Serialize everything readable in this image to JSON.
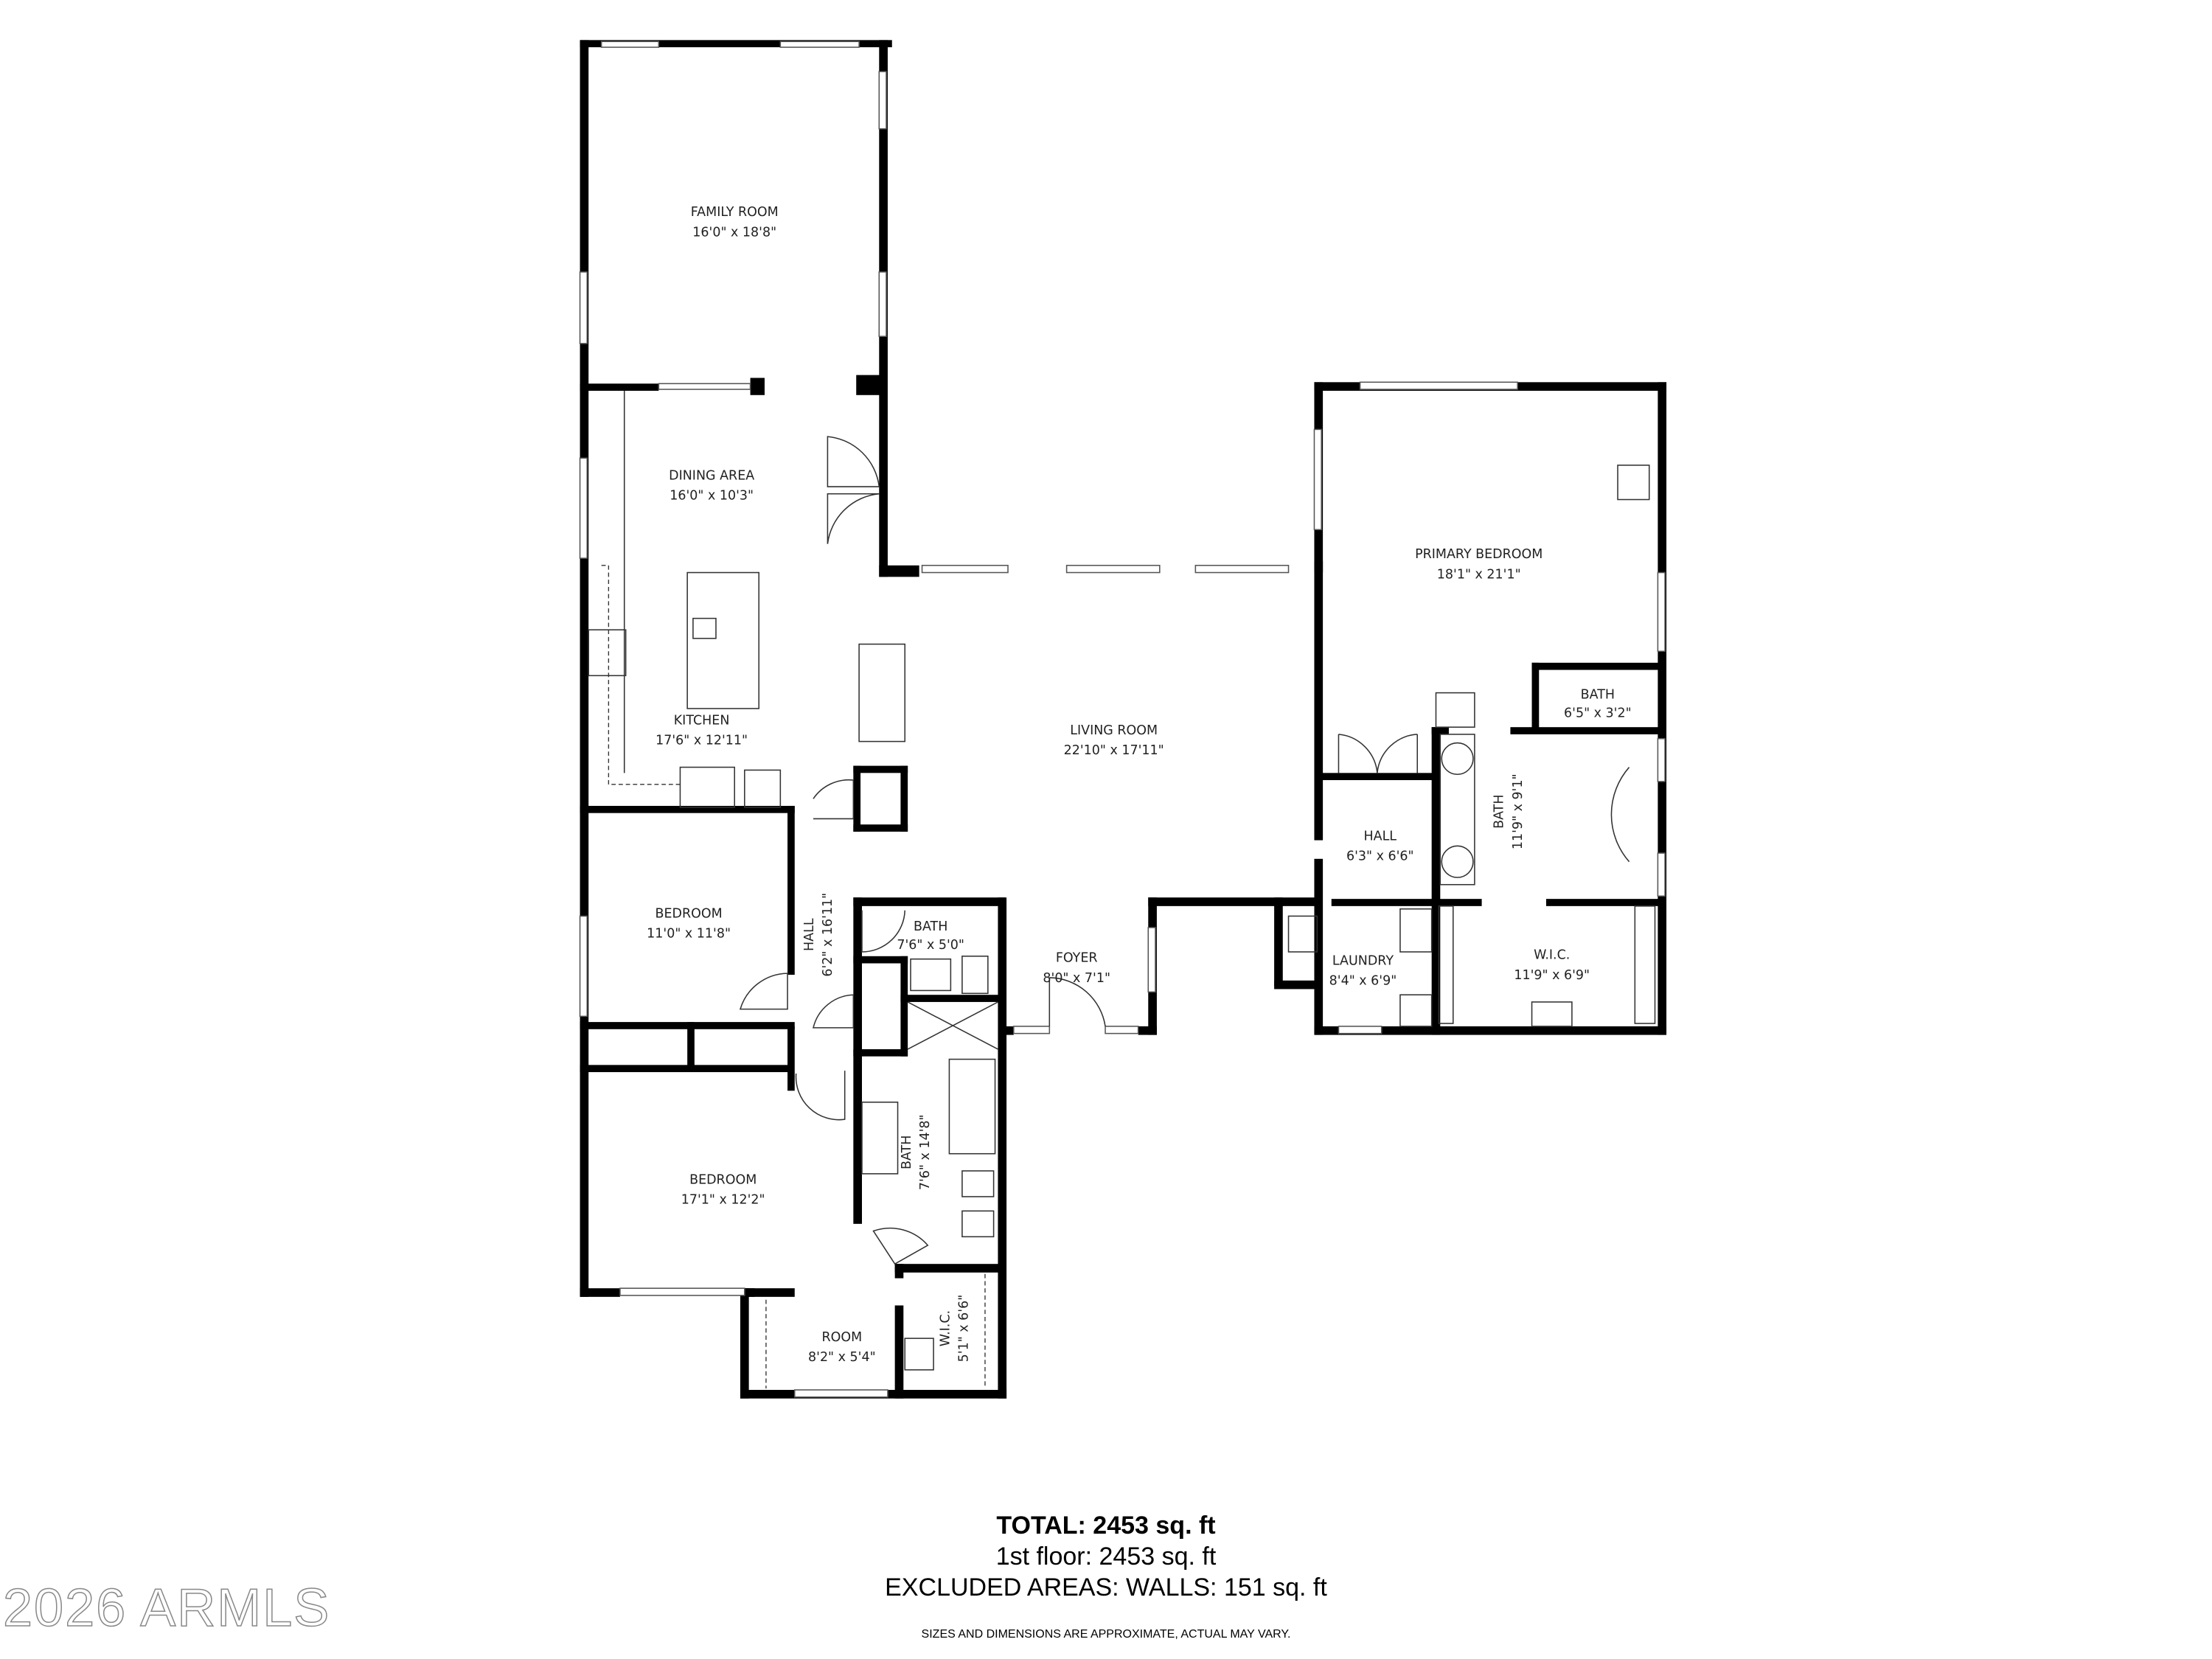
{
  "rooms": {
    "family_room": {
      "name": "FAMILY ROOM",
      "dims": "16'0\" x 18'8\""
    },
    "dining_area": {
      "name": "DINING AREA",
      "dims": "16'0\" x 10'3\""
    },
    "kitchen": {
      "name": "KITCHEN",
      "dims": "17'6\" x 12'11\""
    },
    "living_room": {
      "name": "LIVING ROOM",
      "dims": "22'10\" x 17'11\""
    },
    "primary_bedroom": {
      "name": "PRIMARY BEDROOM",
      "dims": "18'1\" x 21'1\""
    },
    "bath_small": {
      "name": "BATH",
      "dims": "6'5\" x 3'2\""
    },
    "primary_bath": {
      "name": "BATH",
      "dims": "11'9\" x 9'1\""
    },
    "hall_primary": {
      "name": "HALL",
      "dims": "6'3\" x 6'6\""
    },
    "laundry": {
      "name": "LAUNDRY",
      "dims": "8'4\" x 6'9\""
    },
    "wic_primary": {
      "name": "W.I.C.",
      "dims": "11'9\" x 6'9\""
    },
    "foyer": {
      "name": "FOYER",
      "dims": "8'0\" x 7'1\""
    },
    "bath_half": {
      "name": "BATH",
      "dims": "7'6\" x 5'0\""
    },
    "hall_west": {
      "name": "HALL",
      "dims": "6'2\" x 16'11\""
    },
    "bedroom_1": {
      "name": "BEDROOM",
      "dims": "11'0\" x 11'8\""
    },
    "bedroom_2": {
      "name": "BEDROOM",
      "dims": "17'1\" x 12'2\""
    },
    "bath_full": {
      "name": "BATH",
      "dims": "7'6\" x 14'8\""
    },
    "room": {
      "name": "ROOM",
      "dims": "8'2\" x 5'4\""
    },
    "wic_small": {
      "name": "W.I.C.",
      "dims": "5'1\" x 6'6\""
    }
  },
  "summary": {
    "total": "TOTAL: 2453 sq. ft",
    "floor": "1st floor: 2453 sq. ft",
    "excluded": "EXCLUDED AREAS: WALLS: 151 sq. ft",
    "disclaimer": "SIZES AND DIMENSIONS ARE APPROXIMATE, ACTUAL MAY VARY."
  },
  "watermark": "2026 ARMLS"
}
